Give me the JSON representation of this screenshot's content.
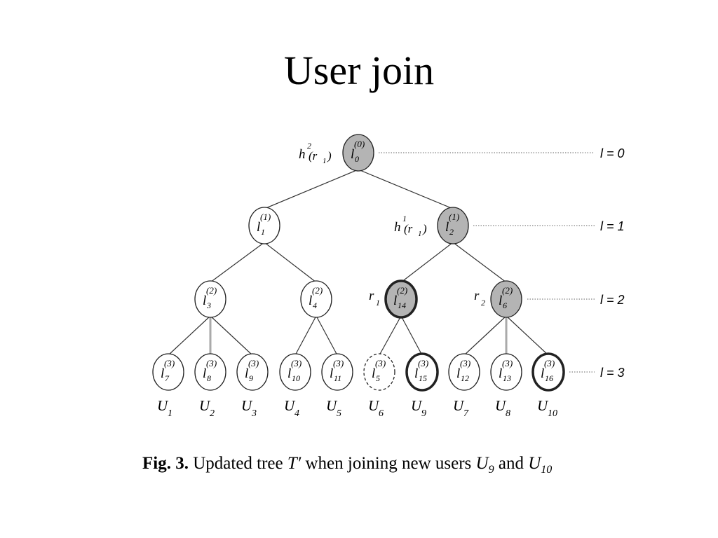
{
  "slide": {
    "title": "User join"
  },
  "tree": {
    "colors": {
      "rekeyed_fill": "#b4b4b4",
      "normal_fill": "#ffffff",
      "stroke": "#222222",
      "edge": "#333333",
      "grey_edge": "#aaaaaa",
      "level_line": "#666666"
    },
    "levels": [
      {
        "label": "l = 0"
      },
      {
        "label": "l = 1"
      },
      {
        "label": "l = 2"
      },
      {
        "label": "l = 3"
      }
    ],
    "nodes": [
      {
        "id": "k0",
        "base": "l",
        "sub": "0",
        "sup": "(0)",
        "style": "filled"
      },
      {
        "id": "k1",
        "base": "l",
        "sub": "1",
        "sup": "(1)",
        "style": "normal"
      },
      {
        "id": "k2",
        "base": "l",
        "sub": "2",
        "sup": "(1)",
        "style": "filled"
      },
      {
        "id": "k3",
        "base": "l",
        "sub": "3",
        "sup": "(2)",
        "style": "normal"
      },
      {
        "id": "k4",
        "base": "l",
        "sub": "4",
        "sup": "(2)",
        "style": "normal"
      },
      {
        "id": "k14",
        "base": "l",
        "sub": "14",
        "sup": "(2)",
        "style": "filled-bold"
      },
      {
        "id": "k6",
        "base": "l",
        "sub": "6",
        "sup": "(2)",
        "style": "filled"
      },
      {
        "id": "k7",
        "base": "l",
        "sub": "7",
        "sup": "(3)",
        "style": "normal"
      },
      {
        "id": "k8",
        "base": "l",
        "sub": "8",
        "sup": "(3)",
        "style": "normal"
      },
      {
        "id": "k9",
        "base": "l",
        "sub": "9",
        "sup": "(3)",
        "style": "normal"
      },
      {
        "id": "k10",
        "base": "l",
        "sub": "10",
        "sup": "(3)",
        "style": "normal"
      },
      {
        "id": "k11",
        "base": "l",
        "sub": "11",
        "sup": "(3)",
        "style": "normal"
      },
      {
        "id": "k5",
        "base": "l",
        "sub": "5",
        "sup": "(3)",
        "style": "dashed"
      },
      {
        "id": "k15",
        "base": "l",
        "sub": "15",
        "sup": "(3)",
        "style": "bold"
      },
      {
        "id": "k12",
        "base": "l",
        "sub": "12",
        "sup": "(3)",
        "style": "normal"
      },
      {
        "id": "k13",
        "base": "l",
        "sub": "13",
        "sup": "(3)",
        "style": "normal"
      },
      {
        "id": "k16",
        "base": "l",
        "sub": "16",
        "sup": "(3)",
        "style": "bold"
      }
    ],
    "node_labels": [
      {
        "node": "k0",
        "main": "h",
        "sup": "2",
        "arg": "(r",
        "argsub": "1",
        "close": ")"
      },
      {
        "node": "k2",
        "main": "h",
        "sup": "1",
        "arg": "(r",
        "argsub": "1",
        "close": ")"
      },
      {
        "node": "k14",
        "main": "r",
        "sub": "1"
      },
      {
        "node": "k6",
        "main": "r",
        "sub": "2"
      }
    ],
    "users": [
      {
        "name": "U",
        "sub": "1"
      },
      {
        "name": "U",
        "sub": "2"
      },
      {
        "name": "U",
        "sub": "3"
      },
      {
        "name": "U",
        "sub": "4"
      },
      {
        "name": "U",
        "sub": "5"
      },
      {
        "name": "U",
        "sub": "6"
      },
      {
        "name": "U",
        "sub": "9"
      },
      {
        "name": "U",
        "sub": "7"
      },
      {
        "name": "U",
        "sub": "8"
      },
      {
        "name": "U",
        "sub": "10"
      }
    ]
  },
  "caption": {
    "fig_label": "Fig. 3.",
    "text_before": "Updated tree",
    "tree_symbol": "T′",
    "text_middle": "when joining new users",
    "user_a": "U",
    "user_a_sub": "9",
    "conjunction": "and",
    "user_b": "U",
    "user_b_sub": "10"
  }
}
